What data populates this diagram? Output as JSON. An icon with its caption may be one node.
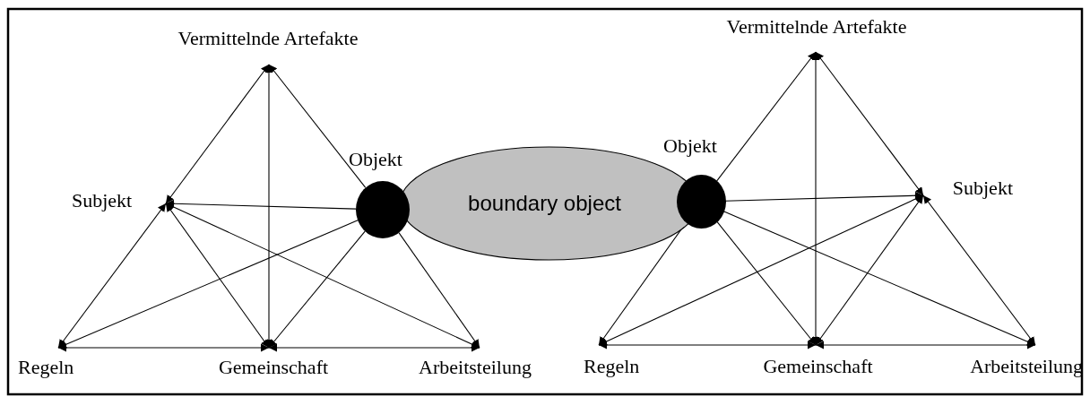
{
  "diagram": {
    "nodes": [
      {
        "text": [
          "Vermittelnde Artefakte"
        ]
      },
      {
        "text": [],
        "shape": "circle",
        "beside": [
          "Objekt"
        ]
      },
      {
        "text": [
          "Subjekt"
        ]
      },
      {
        "text": [
          "Regeln"
        ]
      },
      {
        "text": [
          "Gemeinschaft"
        ]
      },
      {
        "text": [
          "Arbeitsteilung"
        ]
      },
      {
        "text": [
          "boundary object"
        ]
      },
      {
        "text": [
          "Vermittelnde Artefakte"
        ]
      },
      {
        "text": [],
        "shape": "circle"
      },
      {
        "text": [
          "Subjekt"
        ]
      },
      {
        "text": [
          "Regeln"
        ]
      },
      {
        "text": [
          "Gemeinschaft"
        ]
      },
      {
        "text": [
          "Arbeitsteilung"
        ]
      }
    ],
    "labels": [
      "Objekt"
    ],
    "edges": [
      {
        "from": 0,
        "to": 2,
        "arrow": "both"
      },
      {
        "from": 0,
        "to": 4,
        "arrow": "both"
      },
      {
        "from": 1,
        "to": 0,
        "arrow": "to"
      },
      {
        "from": 1,
        "to": 2,
        "arrow": "to"
      },
      {
        "from": 1,
        "to": 3,
        "arrow": "to"
      },
      {
        "from": 1,
        "to": 4,
        "arrow": "to"
      },
      {
        "from": 1,
        "to": 5,
        "arrow": "to"
      },
      {
        "from": 2,
        "to": 3,
        "arrow": "both"
      },
      {
        "from": 2,
        "to": 4,
        "arrow": "both"
      },
      {
        "from": 2,
        "to": 5,
        "arrow": "both"
      },
      {
        "from": 3,
        "to": 4,
        "arrow": "both"
      },
      {
        "from": 4,
        "to": 5,
        "arrow": "both"
      },
      {
        "from": 7,
        "to": 9,
        "arrow": "both"
      },
      {
        "from": 7,
        "to": 11,
        "arrow": "both"
      },
      {
        "from": 8,
        "to": 7,
        "arrow": "to"
      },
      {
        "from": 8,
        "to": 9,
        "arrow": "to"
      },
      {
        "from": 8,
        "to": 10,
        "arrow": "to"
      },
      {
        "from": 8,
        "to": 11,
        "arrow": "to"
      },
      {
        "from": 8,
        "to": 12,
        "arrow": "to"
      },
      {
        "from": 9,
        "to": 10,
        "arrow": "both"
      },
      {
        "from": 9,
        "to": 11,
        "arrow": "both"
      },
      {
        "from": 9,
        "to": 12,
        "arrow": "both"
      },
      {
        "from": 10,
        "to": 11,
        "arrow": "both"
      },
      {
        "from": 11,
        "to": 12,
        "arrow": "both"
      }
    ]
  }
}
